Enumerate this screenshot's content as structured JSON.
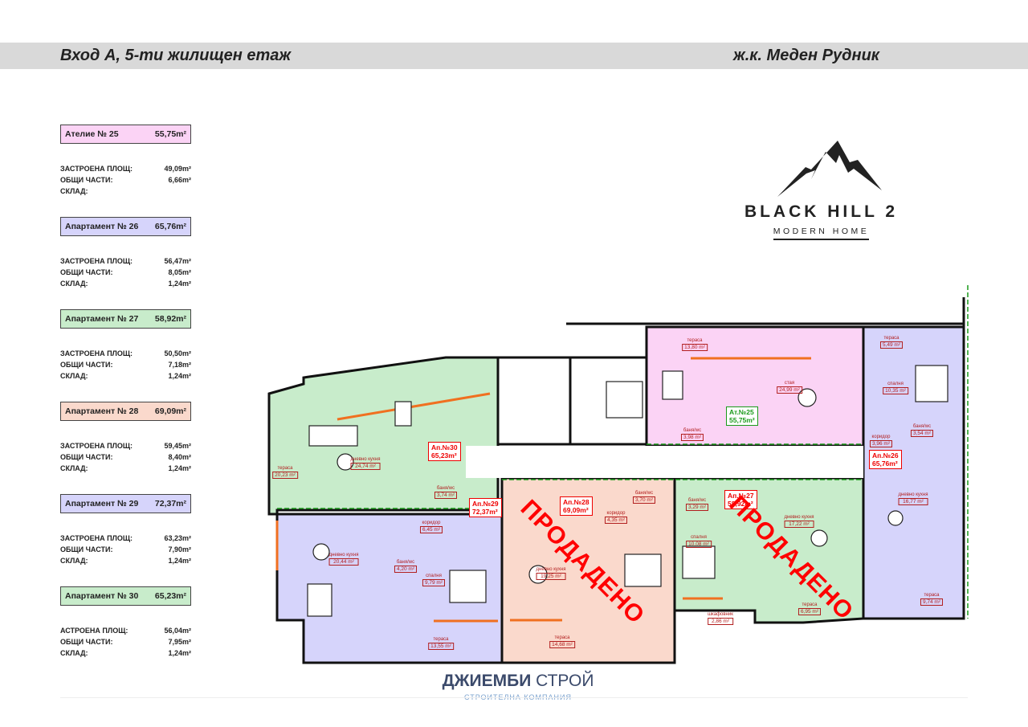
{
  "header": {
    "left": "Вход А, 5-ти жилищен етаж",
    "right": "ж.к. Меден Рудник"
  },
  "logo": {
    "title": "BLACK HILL 2",
    "subtitle": "MODERN HOME"
  },
  "colors": {
    "pink": "#fbd3f5",
    "purple": "#d6d4fb",
    "green": "#c8eccb",
    "peach": "#fad9cc",
    "sold": "#ff0000",
    "label": "#b21e1e"
  },
  "units": [
    {
      "name": "Ателие № 25",
      "area": "55,75m²",
      "color": "#fbd3f5",
      "stats": [
        {
          "k": "ЗАСТРОЕНА ПЛОЩ:",
          "v": "49,09m²"
        },
        {
          "k": "ОБЩИ ЧАСТИ:",
          "v": "6,66m²"
        },
        {
          "k": "СКЛАД:",
          "v": ""
        }
      ]
    },
    {
      "name": "Апартамент № 26",
      "area": "65,76m²",
      "color": "#d6d4fb",
      "stats": [
        {
          "k": "ЗАСТРОЕНА ПЛОЩ:",
          "v": "56,47m²"
        },
        {
          "k": "ОБЩИ ЧАСТИ:",
          "v": "8,05m²"
        },
        {
          "k": "СКЛАД:",
          "v": "1,24m²"
        }
      ]
    },
    {
      "name": "Апартамент № 27",
      "area": "58,92m²",
      "color": "#c8eccb",
      "stats": [
        {
          "k": "ЗАСТРОЕНА ПЛОЩ:",
          "v": "50,50m²"
        },
        {
          "k": "ОБЩИ ЧАСТИ:",
          "v": "7,18m²"
        },
        {
          "k": "СКЛАД:",
          "v": "1,24m²"
        }
      ]
    },
    {
      "name": "Апартамент № 28",
      "area": "69,09m²",
      "color": "#fad9cc",
      "stats": [
        {
          "k": "ЗАСТРОЕНА ПЛОЩ:",
          "v": "59,45m²"
        },
        {
          "k": "ОБЩИ ЧАСТИ:",
          "v": "8,40m²"
        },
        {
          "k": "СКЛАД:",
          "v": "1,24m²"
        }
      ]
    },
    {
      "name": "Апартамент № 29",
      "area": "72,37m²",
      "color": "#d6d4fb",
      "stats": [
        {
          "k": "ЗАСТРОЕНА ПЛОЩ:",
          "v": "63,23m²"
        },
        {
          "k": "ОБЩИ ЧАСТИ:",
          "v": "7,90m²"
        },
        {
          "k": "СКЛАД:",
          "v": "1,24m²"
        }
      ]
    },
    {
      "name": "Апартамент № 30",
      "area": "65,23m²",
      "color": "#c8eccb",
      "stats": [
        {
          "k": "АСТРОЕНА ПЛОЩ:",
          "v": "56,04m²"
        },
        {
          "k": "ОБЩИ ЧАСТИ:",
          "v": "7,95m²"
        },
        {
          "k": "СКЛАД:",
          "v": "1,24m²"
        }
      ]
    }
  ],
  "plan": {
    "tags": [
      {
        "no": "Ап.№30",
        "area": "65,23m²"
      },
      {
        "no": "Ат.№25",
        "area": "55,75m²"
      },
      {
        "no": "Ап.№26",
        "area": "65,76m²"
      },
      {
        "no": "Ап.№29",
        "area": "72,37m²"
      },
      {
        "no": "Ап.№28",
        "area": "69,09m²"
      },
      {
        "no": "Ап.№27",
        "area": "58,92m²"
      }
    ],
    "rooms": [
      {
        "name": "тераса",
        "area": "20,23 m²"
      },
      {
        "name": "дневно кухня",
        "area": "24,74 m²"
      },
      {
        "name": "баня/wc",
        "area": "3,74 m²"
      },
      {
        "name": "тераса",
        "area": "13,80 m²"
      },
      {
        "name": "стая",
        "area": "24,99 m²"
      },
      {
        "name": "баня/wc",
        "area": "3,98 m²"
      },
      {
        "name": "тераса",
        "area": "5,49 m²"
      },
      {
        "name": "спалня",
        "area": "10,35 m²"
      },
      {
        "name": "баня/wc",
        "area": "3,54 m²"
      },
      {
        "name": "коридор",
        "area": "3,96 m²"
      },
      {
        "name": "дневно кухня",
        "area": "16,77 m²"
      },
      {
        "name": "тераса",
        "area": "9,74 m²"
      },
      {
        "name": "коридор",
        "area": "6,45 m²"
      },
      {
        "name": "дневно кухня",
        "area": "20,44 m²"
      },
      {
        "name": "баня/wc",
        "area": "4,20 m²"
      },
      {
        "name": "спалня",
        "area": "9,79 m²"
      },
      {
        "name": "тераса",
        "area": "13,55 m²"
      },
      {
        "name": "коридор",
        "area": "4,35 m²"
      },
      {
        "name": "баня/wc",
        "area": "3,70 m²"
      },
      {
        "name": "дневно кухня",
        "area": "19,25 m²"
      },
      {
        "name": "тераса",
        "area": "14,68 m²"
      },
      {
        "name": "баня/wc",
        "area": "3,29 m²"
      },
      {
        "name": "спалня",
        "area": "10,08 m²"
      },
      {
        "name": "шкафовник",
        "area": "2,86 m²"
      },
      {
        "name": "дневно кухня",
        "area": "17,22 m²"
      },
      {
        "name": "тераса",
        "area": "6,95 m²"
      }
    ],
    "sold_stamp": "ПРОДАДЕНО"
  },
  "footer": {
    "brand_bold": "ДЖИЕМБИ",
    "brand": "СТРОЙ",
    "sub": "СТРОИТЕЛНА КОМПАНИЯ"
  }
}
